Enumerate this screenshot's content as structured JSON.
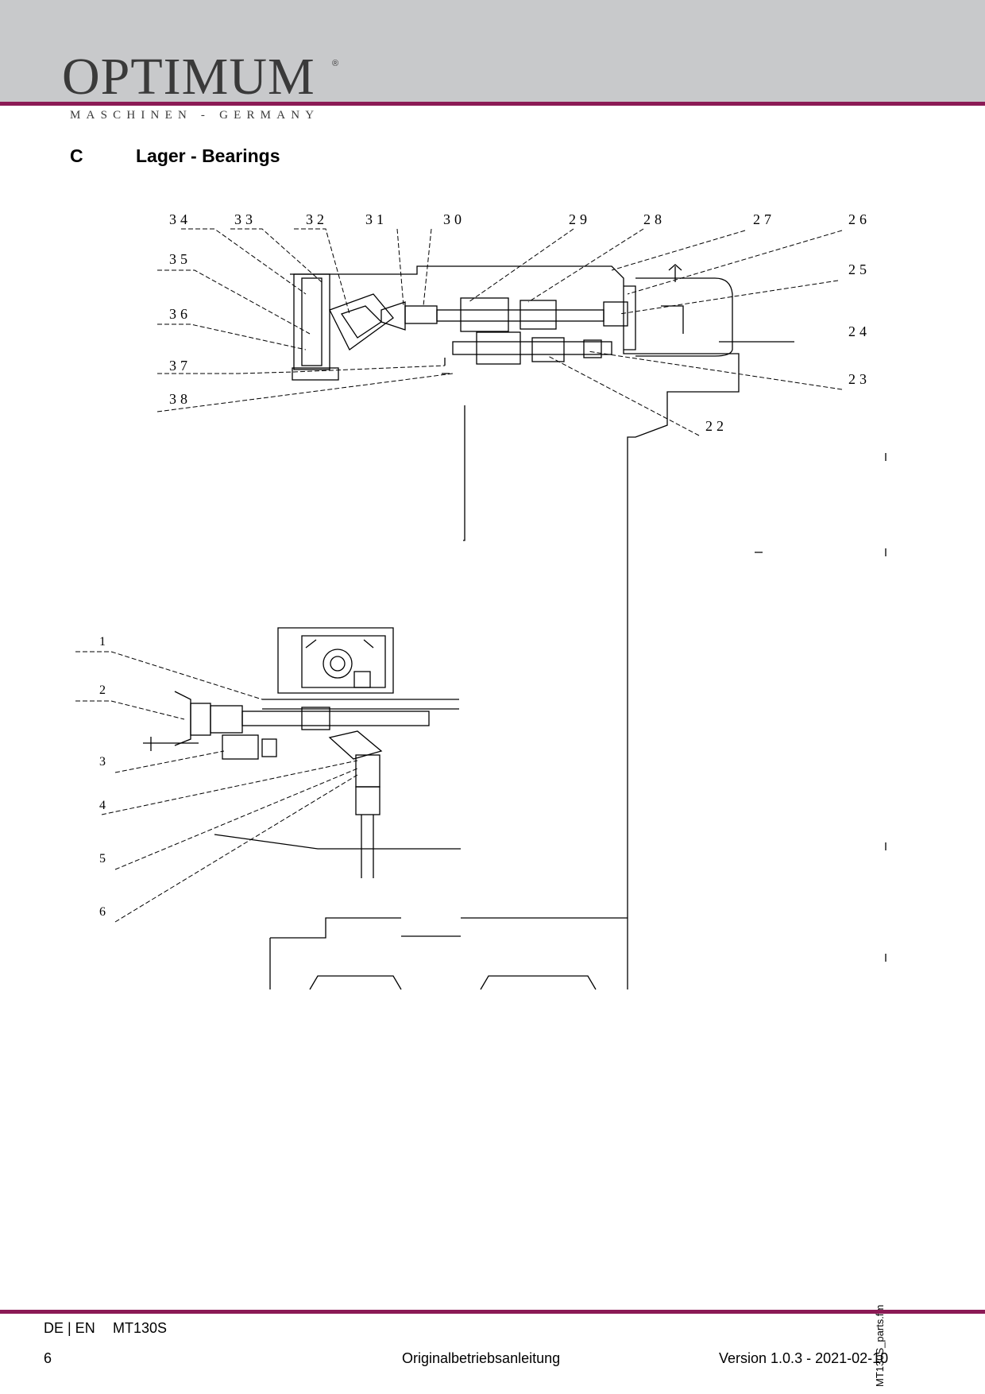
{
  "header": {
    "brand": "OPTIMUM",
    "registered": "®",
    "tagline": "MASCHINEN - GERMANY",
    "accent_color": "#8b1a55",
    "band_color": "#c8c9cb"
  },
  "section": {
    "letter": "C",
    "title": "Lager - Bearings"
  },
  "drawing": {
    "upper_labels": [
      "34",
      "33",
      "32",
      "31",
      "30",
      "29",
      "28",
      "27",
      "26",
      "25",
      "24",
      "23",
      "22",
      "35",
      "36",
      "37",
      "38"
    ],
    "lower_labels": [
      "1",
      "2",
      "3",
      "4",
      "5",
      "6"
    ]
  },
  "side_file": "MT130S_parts.fm",
  "footer": {
    "languages": "DE | EN",
    "model": "MT130S",
    "page_number": "6",
    "document_type": "Originalbetriebsanleitung",
    "version": "Version 1.0.3 - 2021-02-10"
  }
}
